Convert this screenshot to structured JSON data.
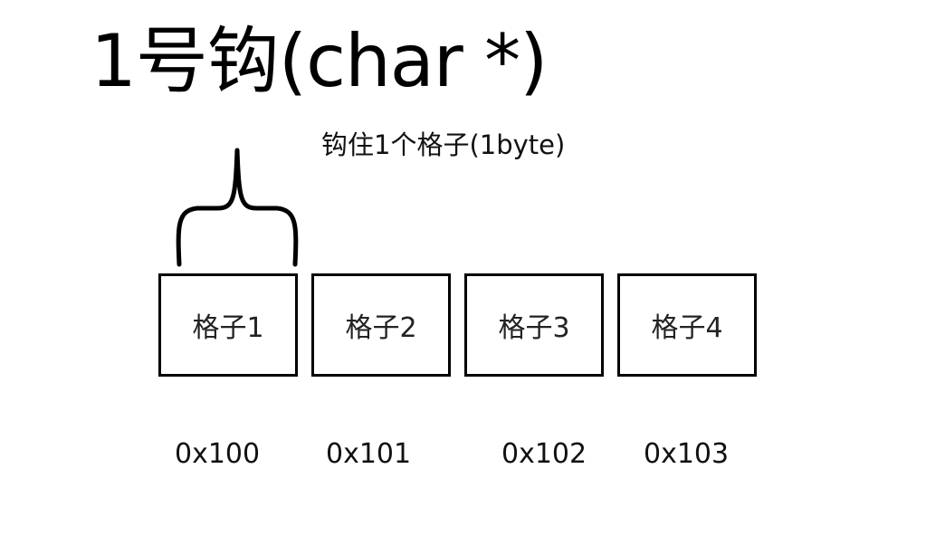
{
  "title": "1号钩(char *)",
  "caption": "钩住1个格子(1byte)",
  "cells": [
    {
      "label": "格子1",
      "address": "0x100"
    },
    {
      "label": "格子2",
      "address": "0x101"
    },
    {
      "label": "格子3",
      "address": "0x102"
    },
    {
      "label": "格子4",
      "address": "0x103"
    }
  ]
}
